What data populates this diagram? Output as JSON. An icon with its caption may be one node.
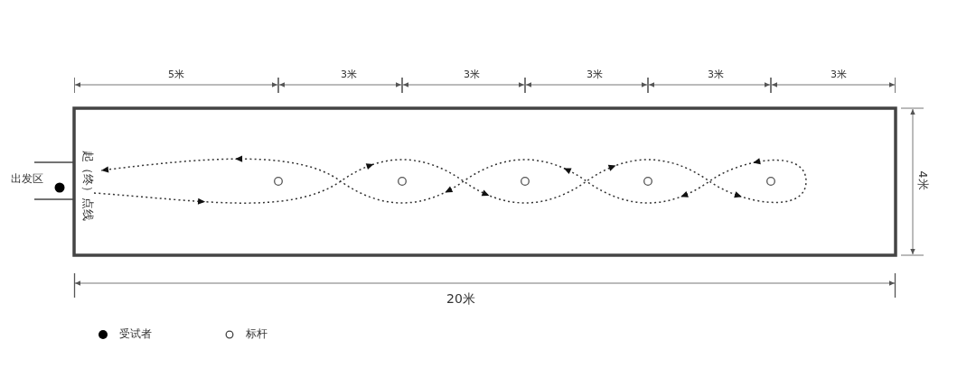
{
  "diagram": {
    "labels": [
      "5米",
      "3米",
      "3米",
      "3米",
      "3米",
      "3米",
      "出发区",
      "起（终）点线",
      "4米",
      "20米"
    ],
    "legend": [
      {
        "text": "受试者"
      },
      {
        "text": "标杆"
      }
    ]
  }
}
